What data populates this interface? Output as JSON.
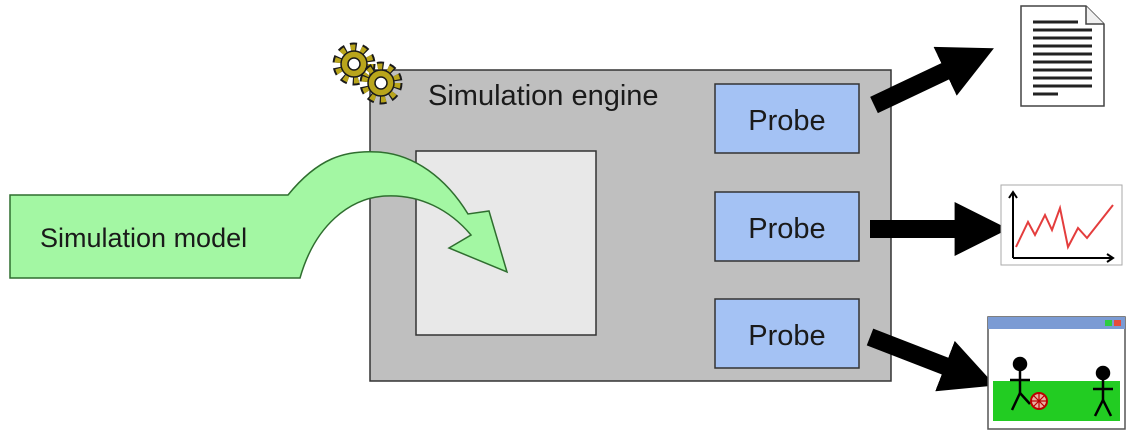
{
  "engine": {
    "title": "Simulation engine",
    "fill": "#bfbfbf"
  },
  "model": {
    "title": "Simulation model",
    "fill": "#a3f7a3"
  },
  "probes": [
    {
      "label": "Probe",
      "output": "document"
    },
    {
      "label": "Probe",
      "output": "line chart"
    },
    {
      "label": "Probe",
      "output": "visualization window"
    }
  ],
  "colors": {
    "probe_fill": "#a4c2f4",
    "gear_fill": "#b9a51b",
    "chart_line": "#e43d3d",
    "scene_ground": "#22cc22"
  },
  "icons": [
    "gears-icon",
    "document-icon",
    "line-chart-icon",
    "visualization-window-icon"
  ]
}
